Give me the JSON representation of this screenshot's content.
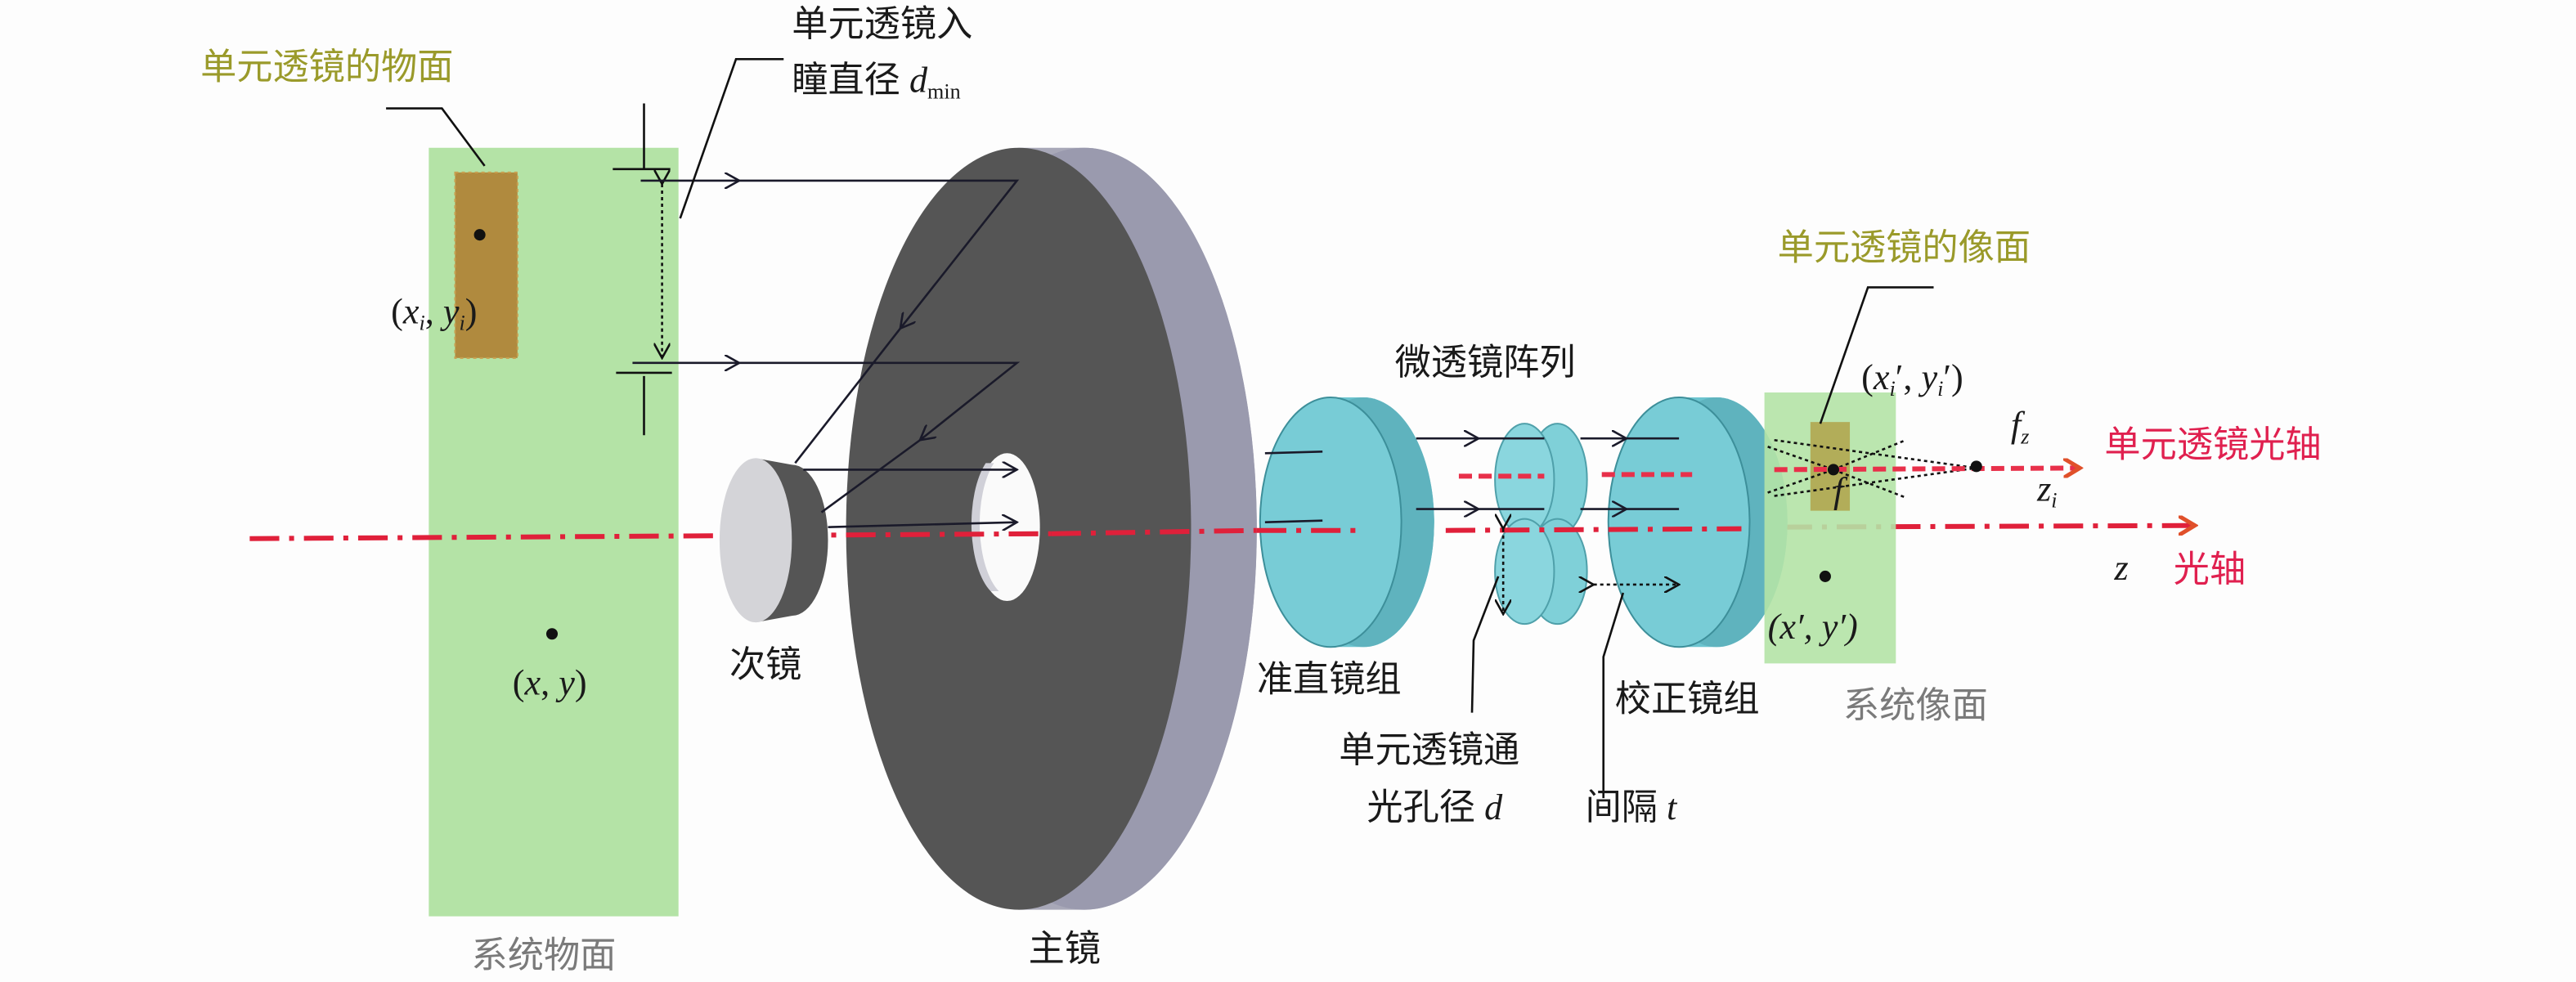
{
  "labels": {
    "object_unit_plane": "单元透镜的物面",
    "entrance_pupil_line1": "单元透镜入",
    "entrance_pupil_line2": "瞳直径 ",
    "entrance_pupil_var": "d",
    "entrance_pupil_sub": "min",
    "object_point_unit": {
      "open": "(",
      "x": "x",
      "xi": "i",
      "comma": ", ",
      "y": "y",
      "yi": "i",
      "close": ")"
    },
    "object_point": {
      "open": "(",
      "x": "x",
      "comma": ", ",
      "y": "y",
      "close": ")"
    },
    "system_object_plane": "系统物面",
    "secondary_mirror": "次镜",
    "primary_mirror": "主镜",
    "microlens_array": "微透镜阵列",
    "collimator_group": "准直镜组",
    "correction_group": "校正镜组",
    "aperture_line1": "单元透镜通",
    "aperture_line2": "光孔径 ",
    "aperture_var": "d",
    "spacing": "间隔 ",
    "spacing_var": "t",
    "image_unit_plane": "单元透镜的像面",
    "image_point_unit": {
      "open": "(",
      "x": "x",
      "xi": "i",
      "prime1": "′, ",
      "y": "y",
      "yi": "i",
      "close": "′)"
    },
    "image_point": {
      "text_x": "(x′, ",
      "text_y": "y′)"
    },
    "system_image_plane": "系统像面",
    "fz": {
      "var": "f",
      "sub": "z"
    },
    "f": "f",
    "zi": {
      "var": "z",
      "sub": "i"
    },
    "z": "z",
    "unit_optical_axis": "单元透镜光轴",
    "optical_axis": "光轴"
  },
  "colors": {
    "plane_green": "#b4e3a6",
    "unit_plane_brown": "#b08a3e",
    "lens_cyan": "#6cc4cf",
    "mirror_dark": "#555555",
    "axis_red": "#e0203a",
    "label_olive": "#9a9a2a",
    "label_red": "#e0204f"
  }
}
